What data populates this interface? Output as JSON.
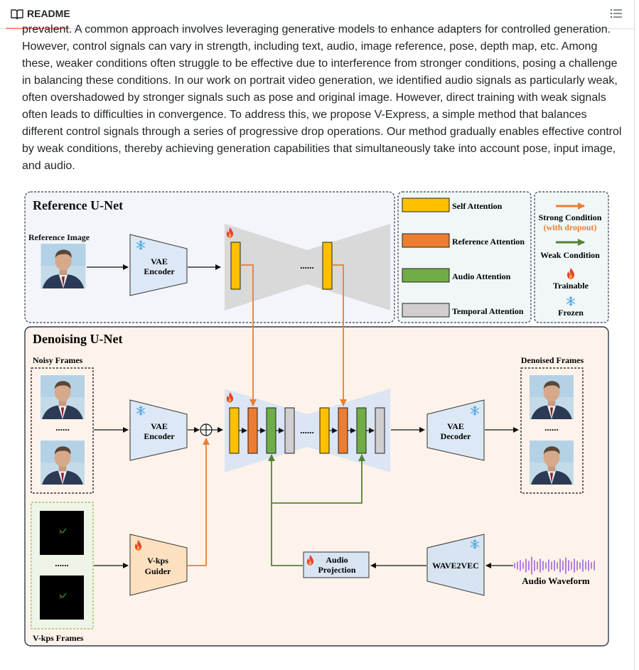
{
  "header": {
    "title": "README",
    "book_icon": "book-icon",
    "toc_icon": "list-unordered-icon"
  },
  "readme": {
    "paragraph": "prevalent. A common approach involves leveraging generative models to enhance adapters for controlled generation. However, control signals can vary in strength, including text, audio, image reference, pose, depth map, etc. Among these, weaker conditions often struggle to be effective due to interference from stronger conditions, posing a challenge in balancing these conditions. In our work on portrait video generation, we identified audio signals as particularly weak, often overshadowed by stronger signals such as pose and original image. However, direct training with weak signals often leads to difficulties in convergence. To address this, we propose V-Express, a simple method that balances different control signals through a series of progressive drop operations. Our method gradually enables effective control by weak conditions, thereby achieving generation capabilities that simultaneously take into account pose, input image, and audio."
  },
  "figure": {
    "reference_unet": "Reference U-Net",
    "reference_image": "Reference Image",
    "vae": "VAE",
    "encoder": "Encoder",
    "decoder": "Decoder",
    "ellipsis": "......",
    "denoising_unet": "Denoising U-Net",
    "noisy_frames": "Noisy Frames",
    "denoised_frames": "Denoised Frames",
    "vkps_frames": "V-kps Frames",
    "vkps": "V-kps",
    "guider": "Guider",
    "audio": "Audio",
    "projection": "Projection",
    "wave2vec": "WAVE2VEC",
    "audio_waveform": "Audio Waveform",
    "legend": {
      "self_attention": "Self Attention",
      "reference_attention": "Reference Attention",
      "audio_attention": "Audio Attention",
      "temporal_attention": "Temporal Attention",
      "strong_condition": "Strong Condition",
      "with_dropout": "(with dropout)",
      "weak_condition": "Weak Condition",
      "trainable": "Trainable",
      "frozen": "Frozen"
    }
  },
  "colors": {
    "self_attention": "#ffc000",
    "reference_attention": "#ed7d31",
    "audio_attention": "#70ad47",
    "temporal_attention": "#d0cece",
    "strong_arrow": "#ed7d31",
    "weak_arrow": "#548235",
    "frozen": "#4da6e0",
    "tab_underline": "#fd8c73"
  }
}
